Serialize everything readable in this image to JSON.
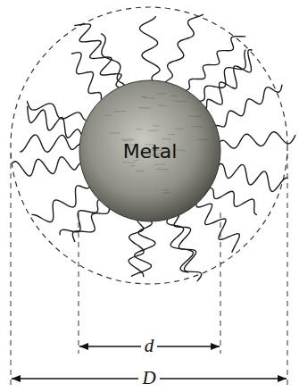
{
  "diagram": {
    "nodes": [
      {
        "text": [
          "Metal"
        ]
      }
    ],
    "labels": [
      "d",
      "D"
    ]
  }
}
